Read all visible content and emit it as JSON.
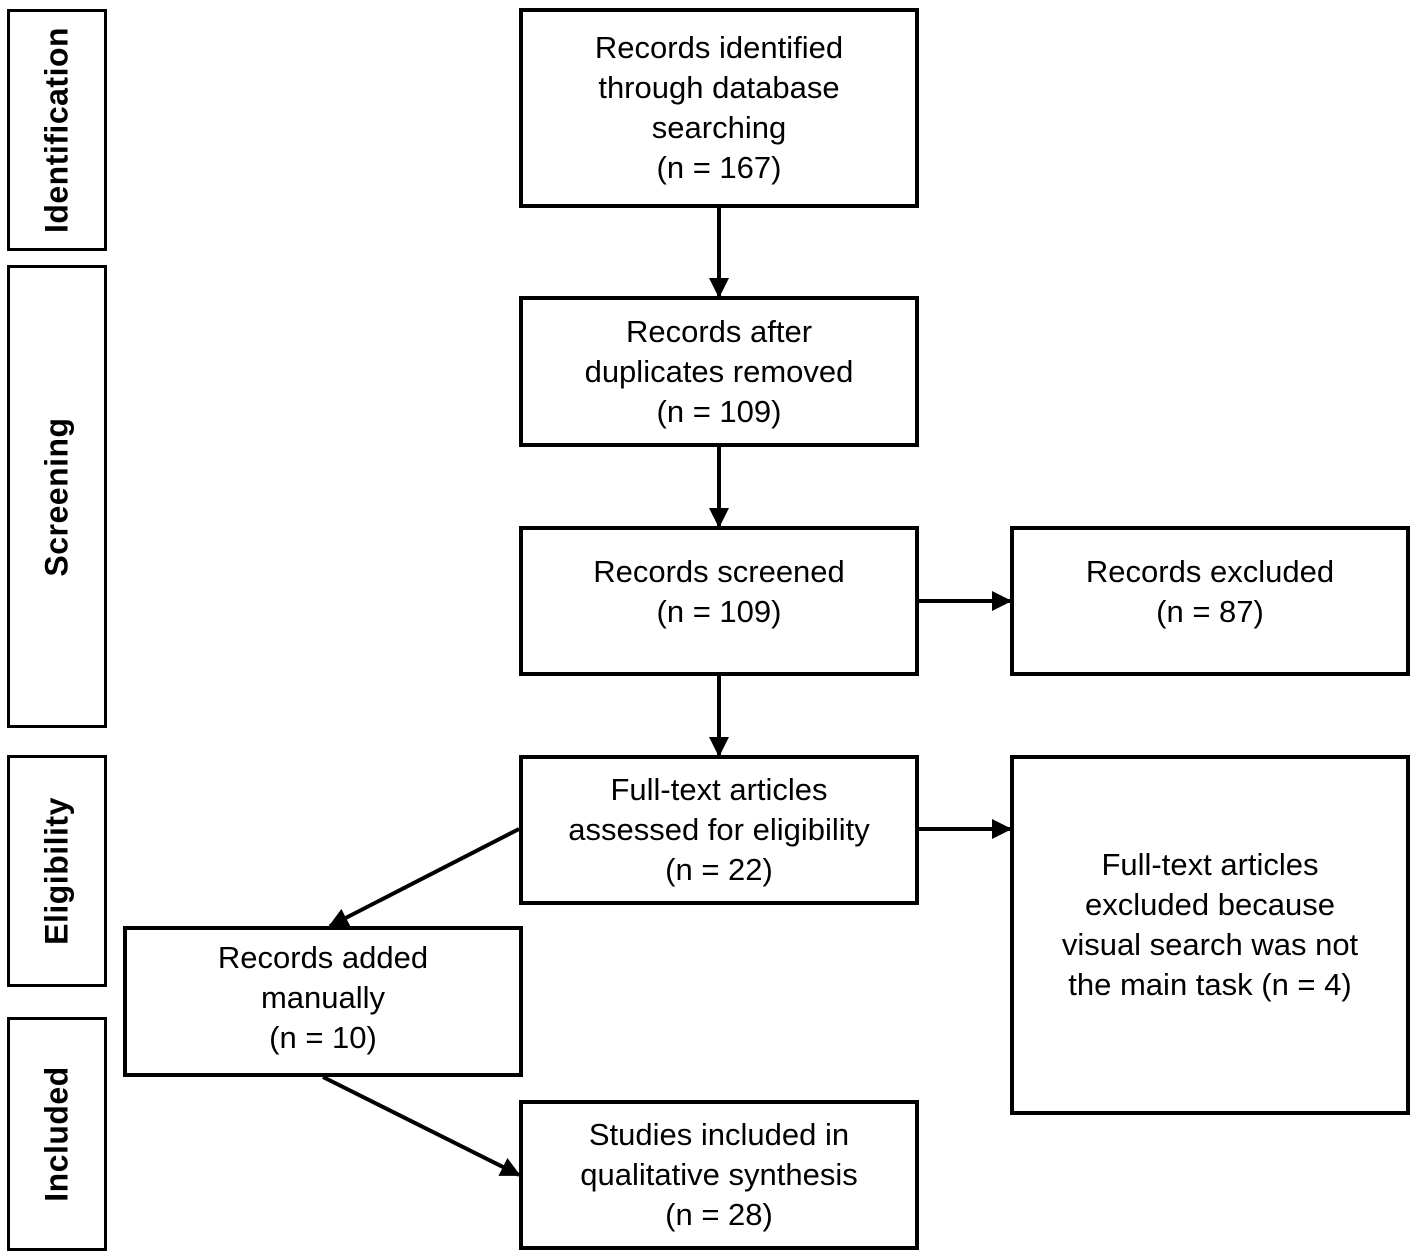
{
  "stages": {
    "identification": "Identification",
    "screening": "Screening",
    "eligibility": "Eligibility",
    "included": "Included"
  },
  "boxes": {
    "identified": "Records identified\nthrough database\nsearching\n(n = 167)",
    "duplicates_removed": "Records after\nduplicates removed\n(n = 109)",
    "screened": "Records screened\n(n = 109)",
    "excluded": "Records excluded\n(n = 87)",
    "fulltext_assessed": "Full-text articles\nassessed for eligibility\n(n = 22)",
    "fulltext_excluded": "Full-text articles\nexcluded because\nvisual search was not\nthe main task (n = 4)",
    "added_manually": "Records added\nmanually\n(n = 10)",
    "included_synthesis": "Studies included in\nqualitative synthesis\n(n = 28)"
  }
}
